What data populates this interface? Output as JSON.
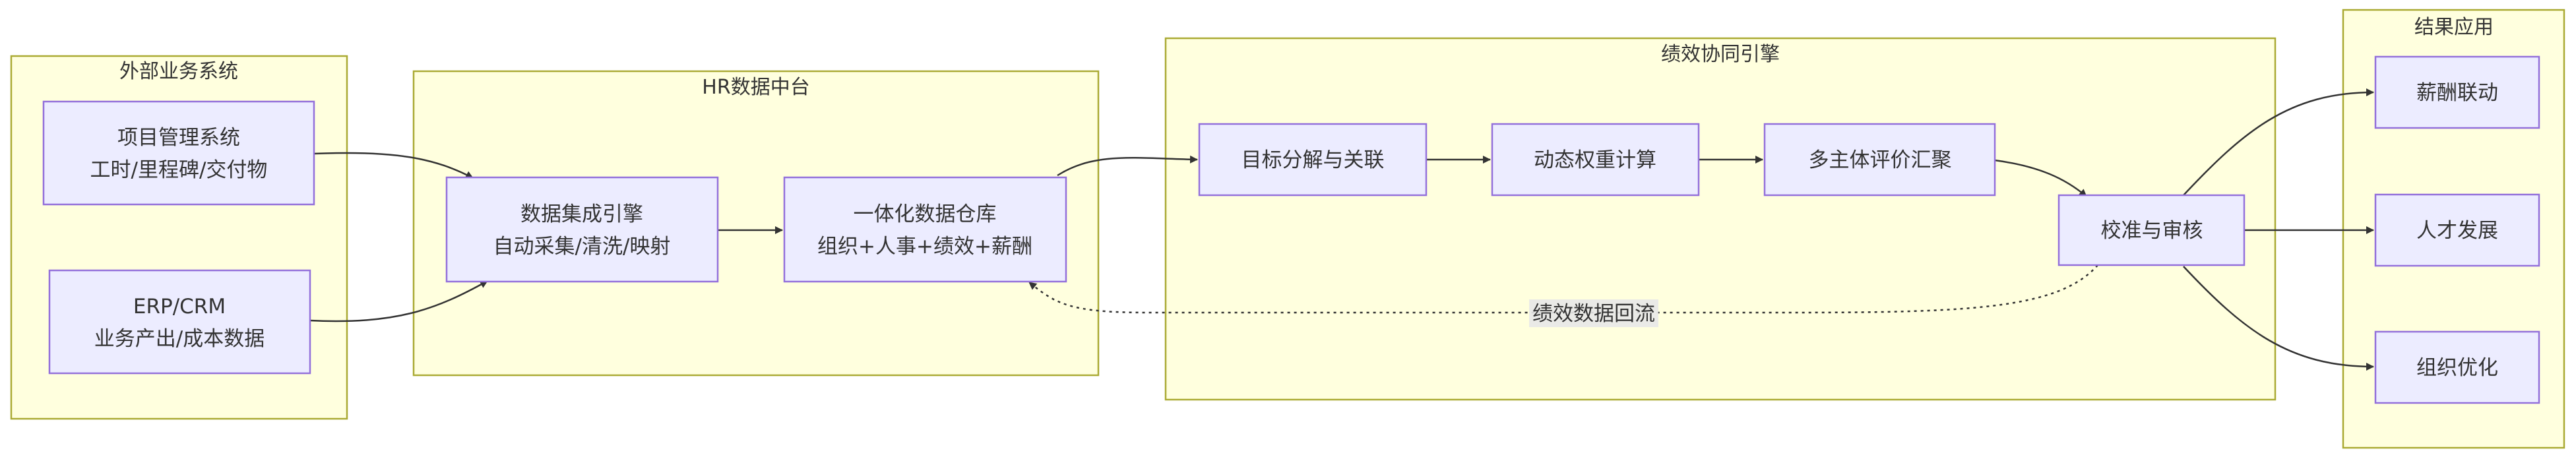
{
  "clusters": {
    "external": {
      "title": "外部业务系统"
    },
    "hr_platform": {
      "title": "HR数据中台"
    },
    "engine": {
      "title": "绩效协同引擎"
    },
    "results": {
      "title": "结果应用"
    }
  },
  "nodes": {
    "project_mgmt": {
      "line1": "项目管理系统",
      "line2": "工时/里程碑/交付物"
    },
    "erp_crm": {
      "line1": "ERP/CRM",
      "line2": "业务产出/成本数据"
    },
    "data_integration": {
      "line1": "数据集成引擎",
      "line2": "自动采集/清洗/映射"
    },
    "data_warehouse": {
      "line1": "一体化数据仓库",
      "line2": "组织+人事+绩效+薪酬"
    },
    "goal_decomp": {
      "line1": "目标分解与关联"
    },
    "dynamic_weight": {
      "line1": "动态权重计算"
    },
    "multi_eval": {
      "line1": "多主体评价汇聚"
    },
    "calibration": {
      "line1": "校准与审核"
    },
    "salary_link": {
      "line1": "薪酬联动"
    },
    "talent_dev": {
      "line1": "人才发展"
    },
    "org_opt": {
      "line1": "组织优化"
    }
  },
  "edges": {
    "feedback_label": "绩效数据回流"
  }
}
